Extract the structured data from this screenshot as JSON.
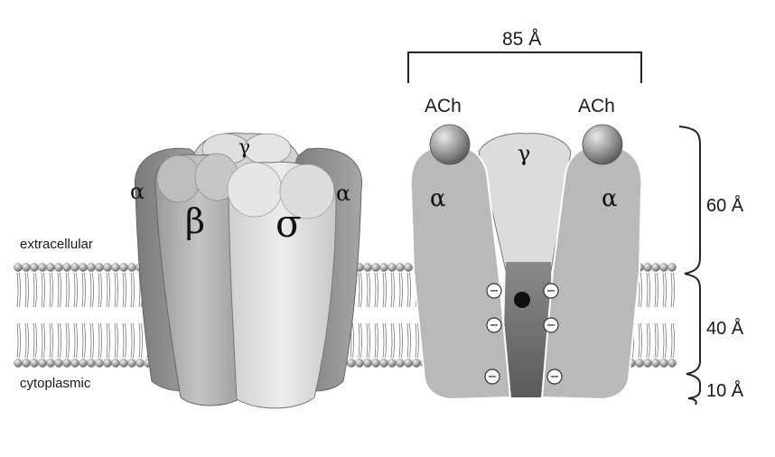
{
  "diagram": {
    "membrane": {
      "extracellular_label": "extracellular",
      "cytoplasmic_label": "cytoplasmic"
    },
    "receptor_external_view": {
      "subunit_labels": {
        "alpha_left": "α",
        "gamma": "γ",
        "alpha_right": "α",
        "beta": "β",
        "sigma": "σ"
      }
    },
    "receptor_cross_section": {
      "ligand_left": "ACh",
      "ligand_right": "ACh",
      "width_label": "85 Å",
      "subunit_labels": {
        "alpha_left": "α",
        "gamma": "γ",
        "alpha_right": "α"
      },
      "charge_symbol": "−"
    },
    "dimensions": {
      "extracellular": "60 Å",
      "membrane": "40 Å",
      "cytoplasmic": "10 Å"
    }
  }
}
